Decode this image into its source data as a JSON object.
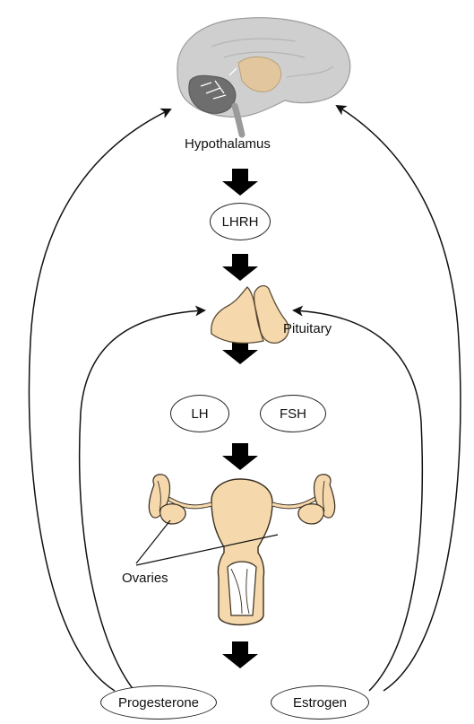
{
  "labels": {
    "hypothalamus": "Hypothalamus",
    "lhrh": "LHRH",
    "pituitary": "Pituitary",
    "lh": "LH",
    "fsh": "FSH",
    "ovaries": "Ovaries",
    "progesterone": "Progesterone",
    "estrogen": "Estrogen"
  },
  "colors": {
    "organ_fill": "#f5d9ad",
    "brain_fill": "#c9c9c9",
    "brain_dark": "#6a6a6a",
    "line": "#111111"
  }
}
